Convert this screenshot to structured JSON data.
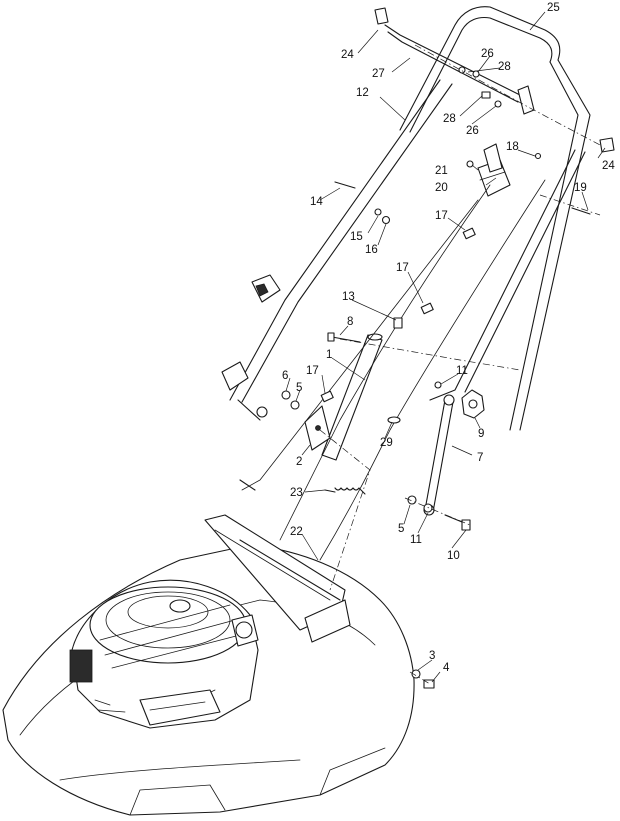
{
  "diagram": {
    "callouts": {
      "c1": "1",
      "c2": "2",
      "c3": "3",
      "c4": "4",
      "c5a": "5",
      "c5b": "5",
      "c6": "6",
      "c7": "7",
      "c8": "8",
      "c9": "9",
      "c10": "10",
      "c11a": "11",
      "c11b": "11",
      "c12": "12",
      "c13": "13",
      "c14": "14",
      "c15": "15",
      "c16": "16",
      "c17a": "17",
      "c17b": "17",
      "c17c": "17",
      "c18": "18",
      "c19": "19",
      "c20": "20",
      "c21": "21",
      "c22": "22",
      "c23": "23",
      "c24a": "24",
      "c24b": "24",
      "c25": "25",
      "c26a": "26",
      "c26b": "26",
      "c27": "27",
      "c28a": "28",
      "c28b": "28",
      "c29": "29"
    }
  }
}
